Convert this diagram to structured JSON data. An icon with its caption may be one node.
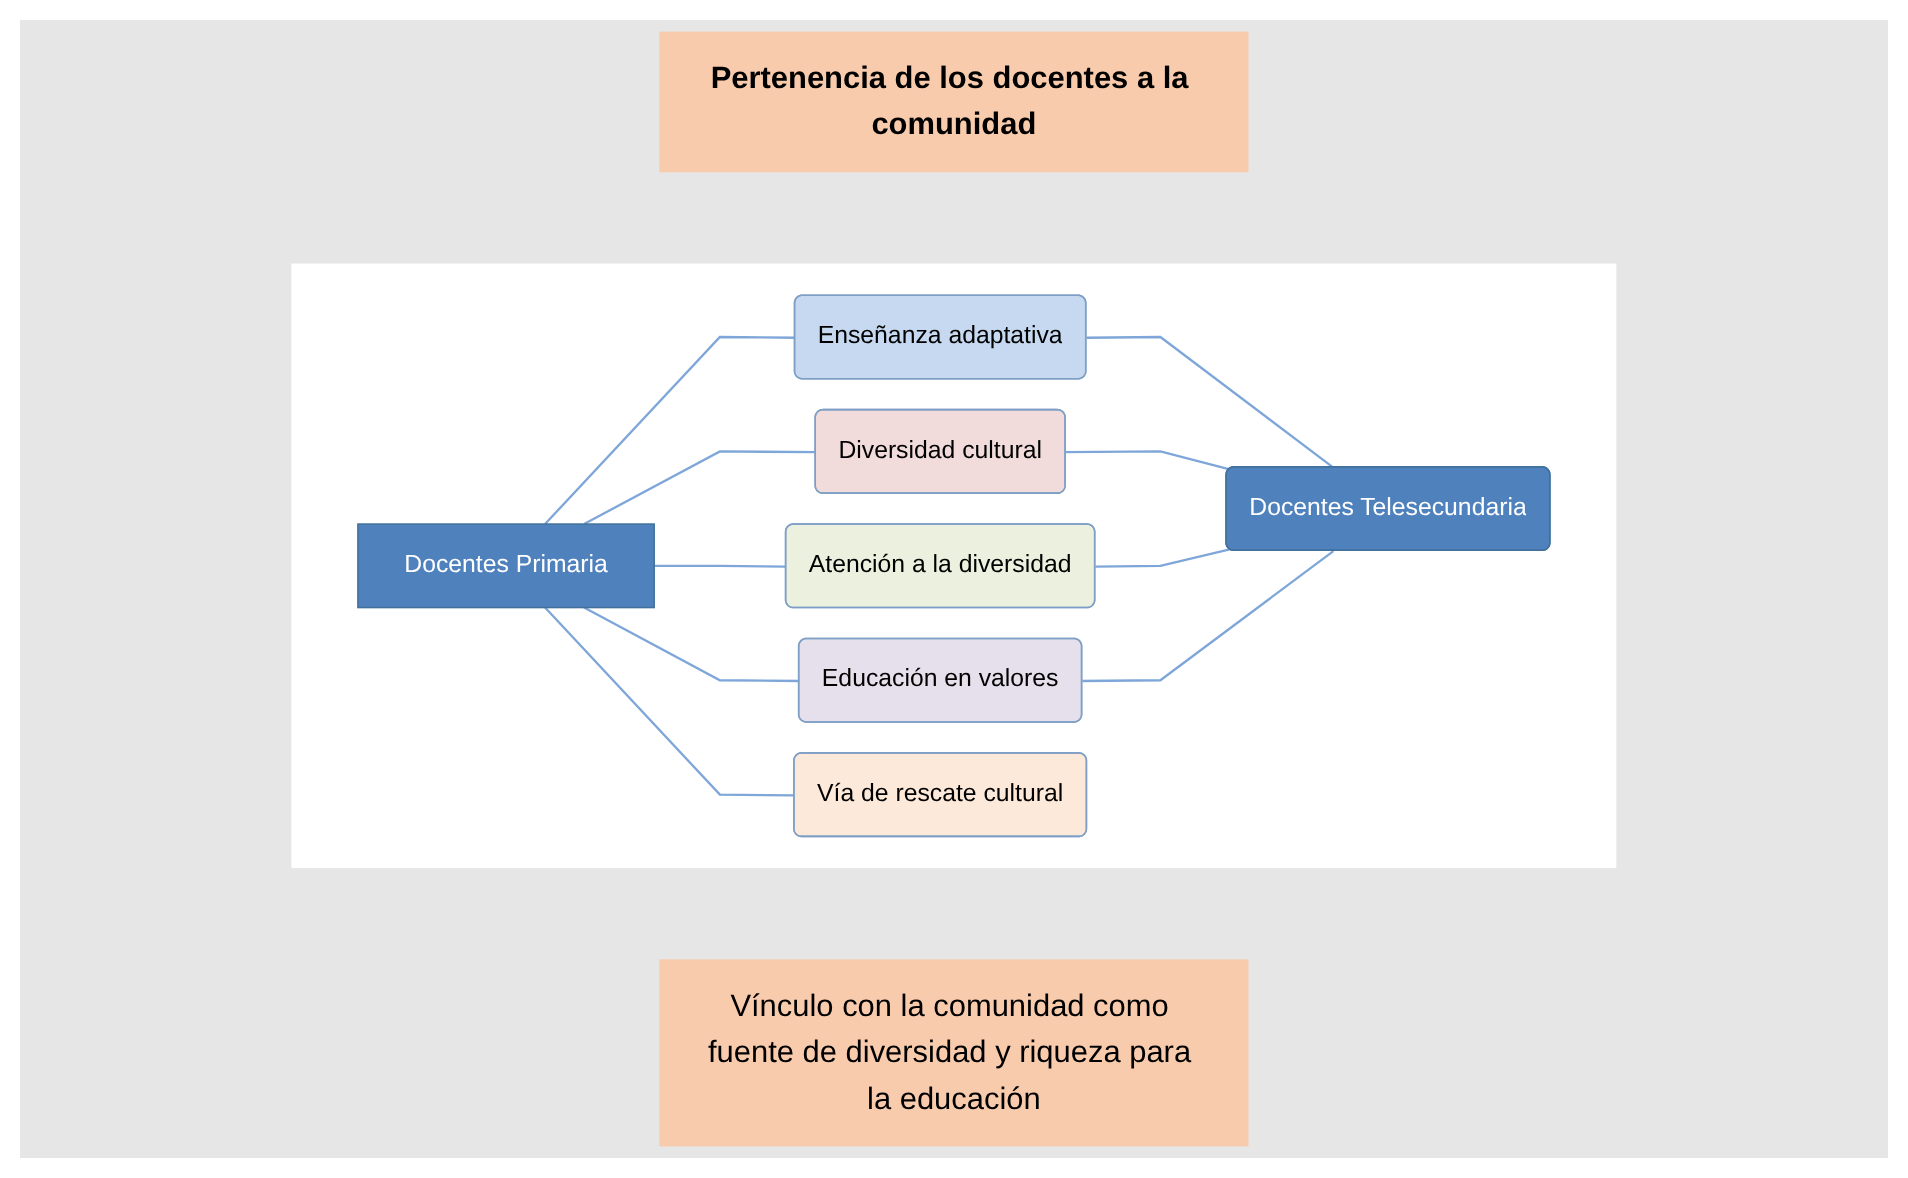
{
  "diagram": {
    "nodes": [
      {
        "text": [
          "Pertenencia de los docentes a la comunidad"
        ]
      },
      {
        "text": [
          "Docentes Primaria"
        ]
      },
      {
        "text": [
          "Enseñanza adaptativa"
        ]
      },
      {
        "text": [
          "Diversidad cultural"
        ]
      },
      {
        "text": [
          "Atención a la diversidad"
        ]
      },
      {
        "text": [
          "Educación en valores"
        ]
      },
      {
        "text": [
          "Vía de rescate cultural"
        ]
      },
      {
        "text": [
          "Docentes Telesecundaria"
        ]
      },
      {
        "text": [
          "Vínculo con la comunidad como fuente de diversidad y riqueza para la educación"
        ]
      }
    ],
    "edges": [
      {
        "from": 1,
        "to": 2,
        "arrow": "none"
      },
      {
        "from": 1,
        "to": 3,
        "arrow": "none"
      },
      {
        "from": 1,
        "to": 4,
        "arrow": "none"
      },
      {
        "from": 1,
        "to": 5,
        "arrow": "none"
      },
      {
        "from": 1,
        "to": 6,
        "arrow": "none"
      },
      {
        "from": 2,
        "to": 7,
        "arrow": "none"
      },
      {
        "from": 3,
        "to": 7,
        "arrow": "none"
      },
      {
        "from": 4,
        "to": 7,
        "arrow": "none"
      },
      {
        "from": 5,
        "to": 7,
        "arrow": "none"
      }
    ]
  }
}
